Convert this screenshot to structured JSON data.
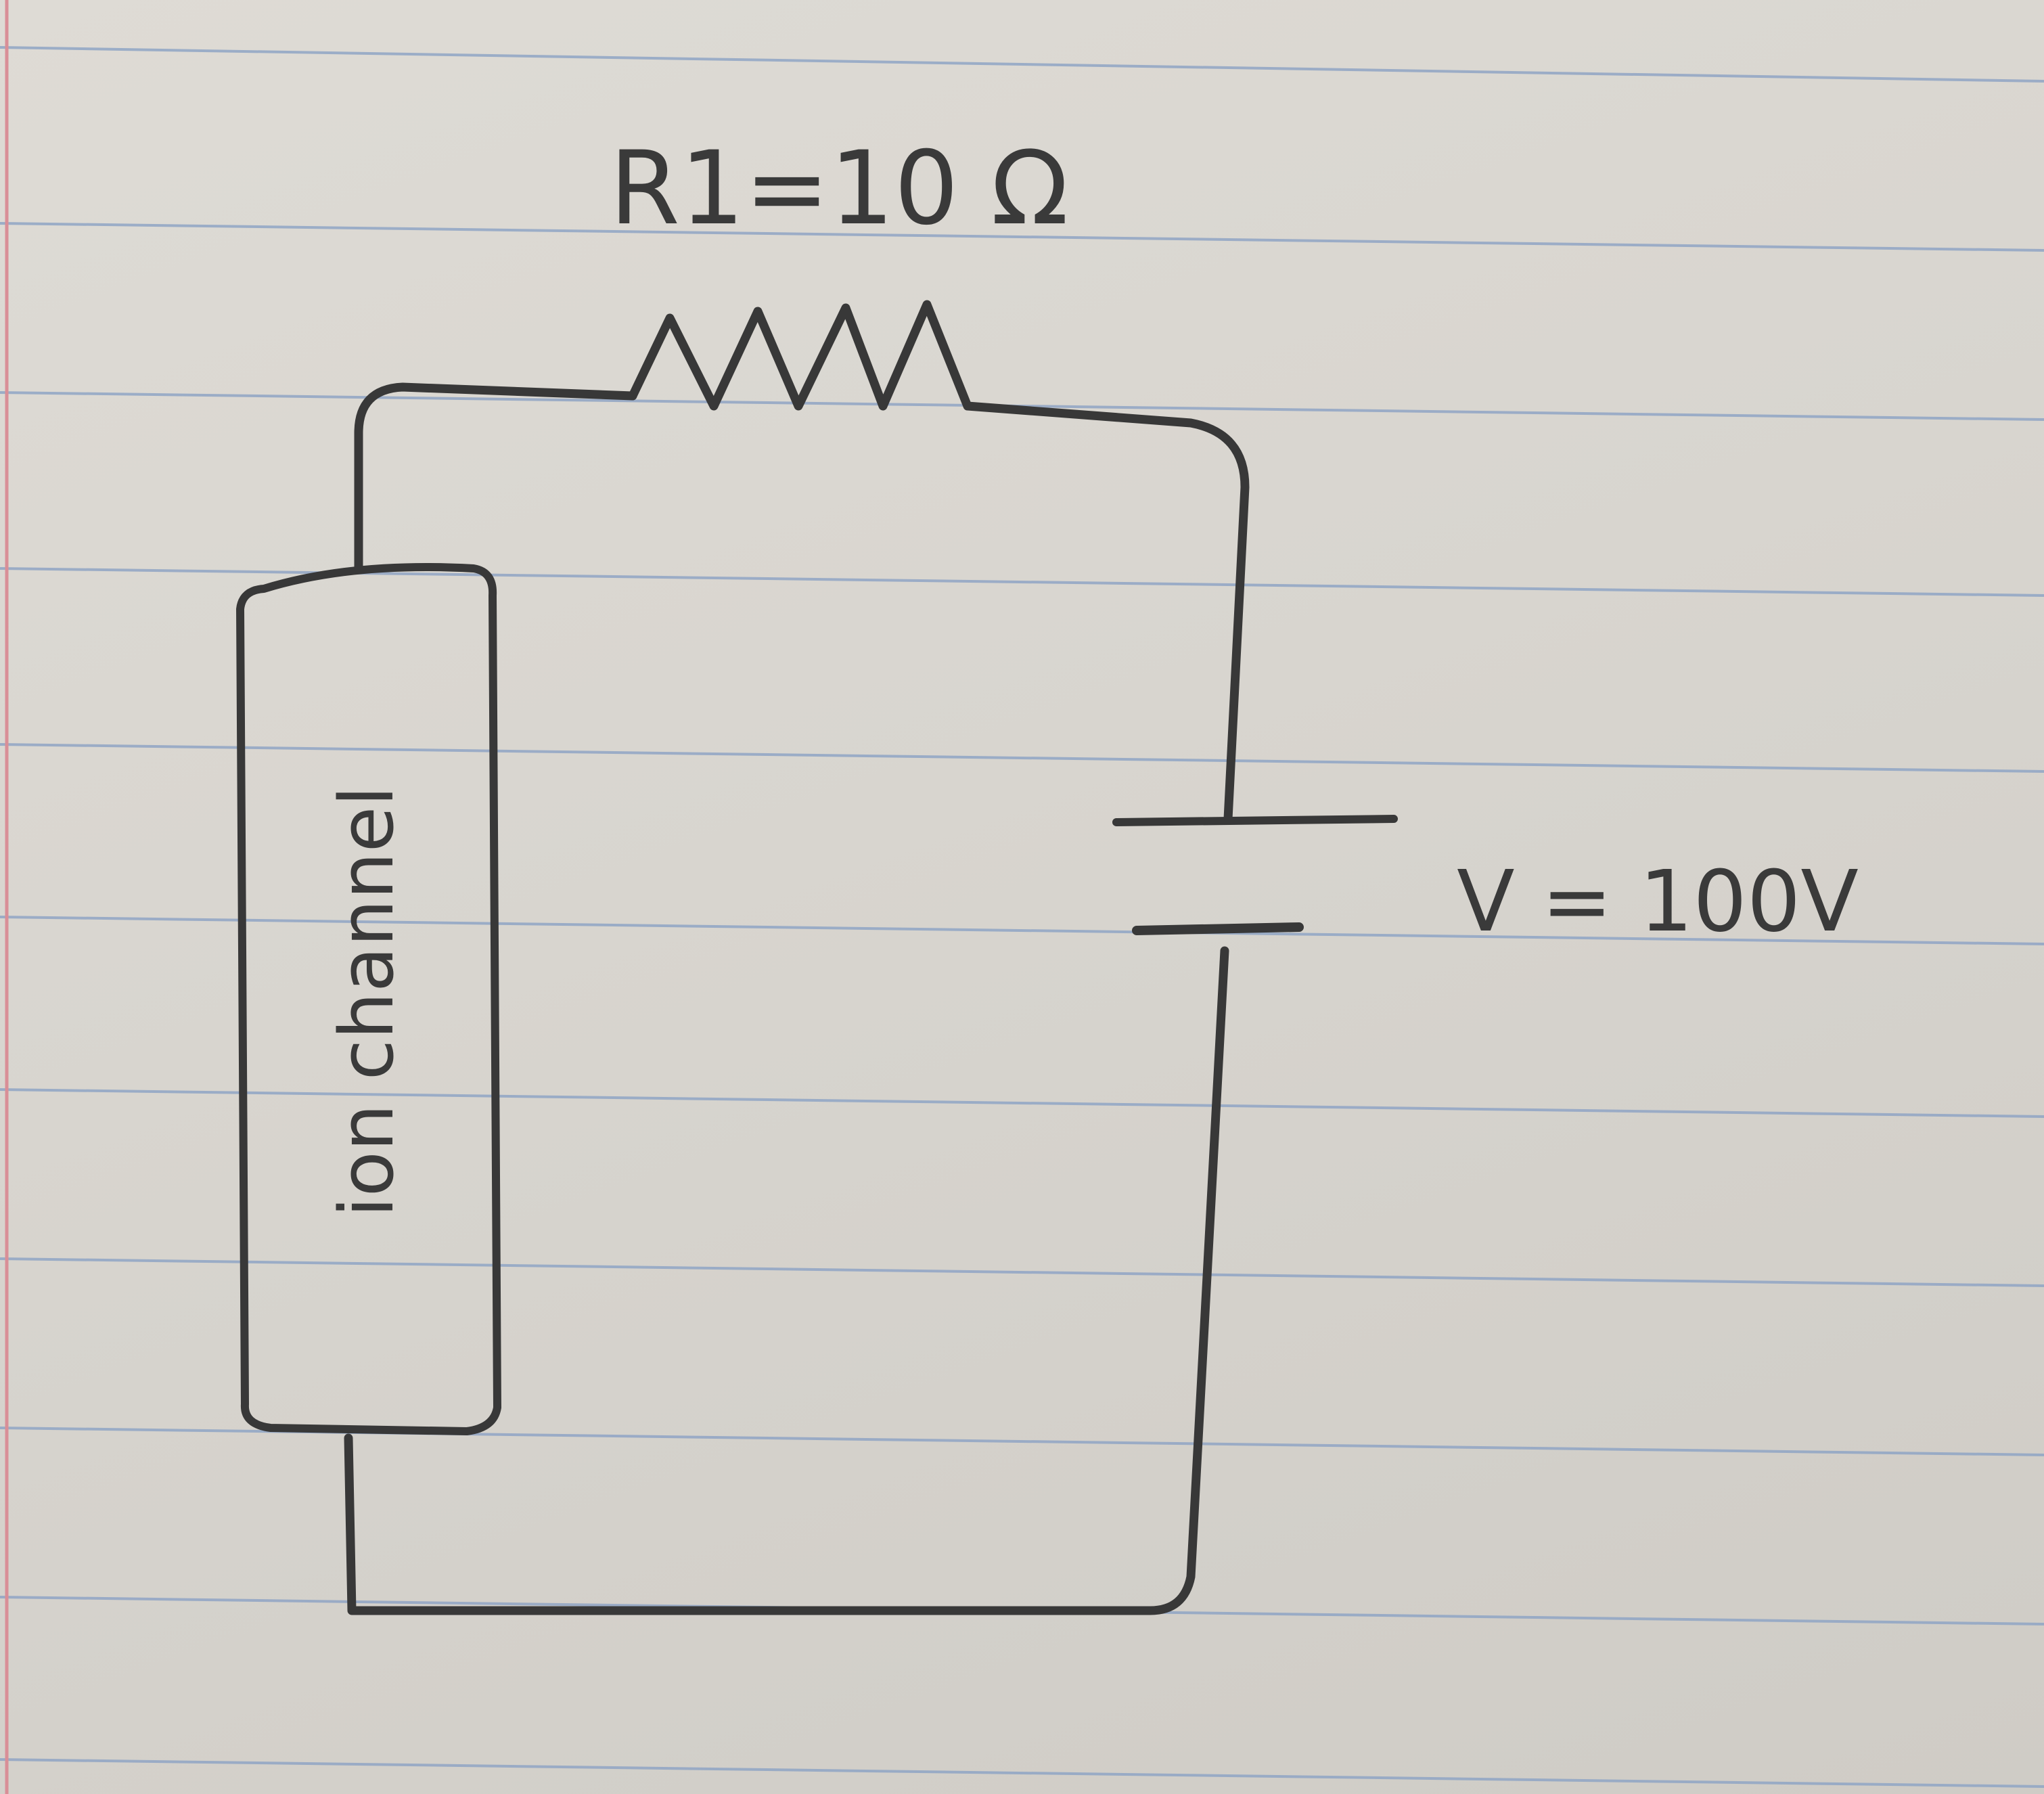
{
  "paper": {
    "background_color": "#d8d5cf",
    "rule_color": "#8fa4c4",
    "margin_line_color": "#d98f97",
    "ink_color": "#383838"
  },
  "diagram": {
    "resistor_label": "R1=10 Ω",
    "battery_label": "V = 100V",
    "ion_channel_label": "ion channel"
  }
}
